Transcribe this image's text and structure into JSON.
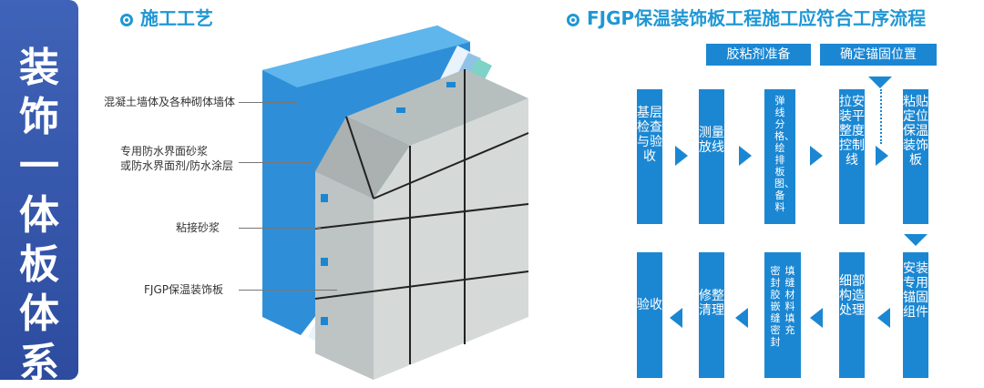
{
  "sidebar": {
    "title": "装饰一体板体系"
  },
  "left_section": {
    "title": "施工工艺"
  },
  "wall_labels": {
    "concrete": "混凝土墙体及各种砌体墙体",
    "waterproof_line1": "专用防水界面砂浆",
    "waterproof_line2": "或防水界面剂/防水涂层",
    "mortar": "粘接砂浆",
    "panel": "FJGP保温装饰板"
  },
  "right_section": {
    "title": "FJGP保温装饰板工程施工应符合工序流程"
  },
  "flow": {
    "top_prep": [
      "胶粘剂准备",
      "确定锚固位置"
    ],
    "row1": [
      "基层检查与验收",
      "测量放线",
      "弹线分格、绘排板图、备料",
      "拉安装平整度控制线",
      "粘贴定位保温装饰板"
    ],
    "row2": [
      "安装专用锚固组件",
      "细部构造处理",
      "填缝材料填充",
      "密封胶嵌缝密封",
      "修整清理",
      "验收"
    ]
  },
  "colors": {
    "banner": "#2d4c9f",
    "accent": "#1b87d3",
    "title": "#1f97d4",
    "wall_blue": "#2e8fd8",
    "panel_gray": "#c9cfce"
  }
}
